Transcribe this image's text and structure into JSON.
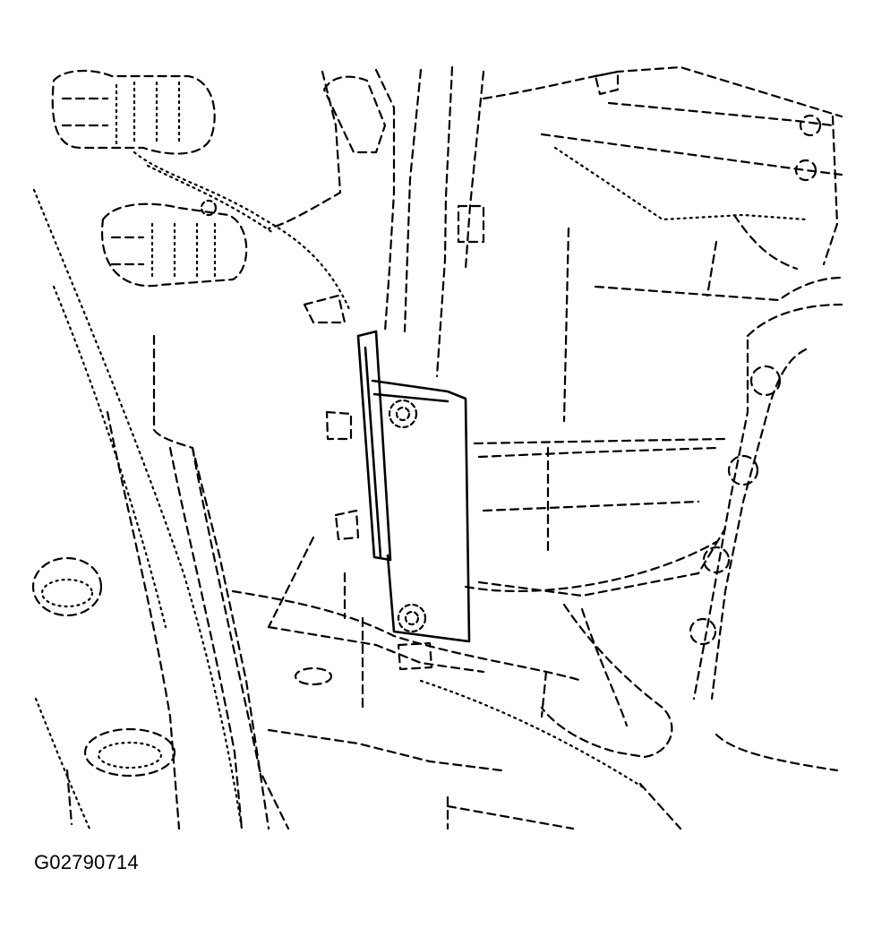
{
  "diagram": {
    "figure_id": "G02790714",
    "line_color": "#000000",
    "background_color": "#ffffff",
    "highlighted_part": "module-bracket",
    "fasteners": [
      "bolt-upper",
      "bolt-lower"
    ]
  }
}
